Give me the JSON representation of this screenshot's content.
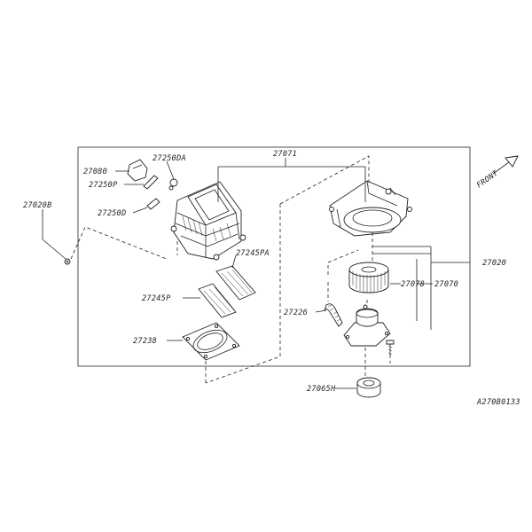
{
  "labels": {
    "p27080": "27080",
    "p27250DA": "27250DA",
    "p27250P": "27250P",
    "p27250D": "27250D",
    "p27020B": "27020B",
    "p27071": "27071",
    "p27245PA": "27245PA",
    "p27245P": "27245P",
    "p27238": "27238",
    "p27226": "27226",
    "p27078": "27078",
    "p27070": "27070",
    "p27020": "27020",
    "p27065H": "27065H",
    "front": "FRONT",
    "drawing_code": "A270B0133"
  },
  "icons": {
    "front_arrow": "front-arrow-icon"
  }
}
